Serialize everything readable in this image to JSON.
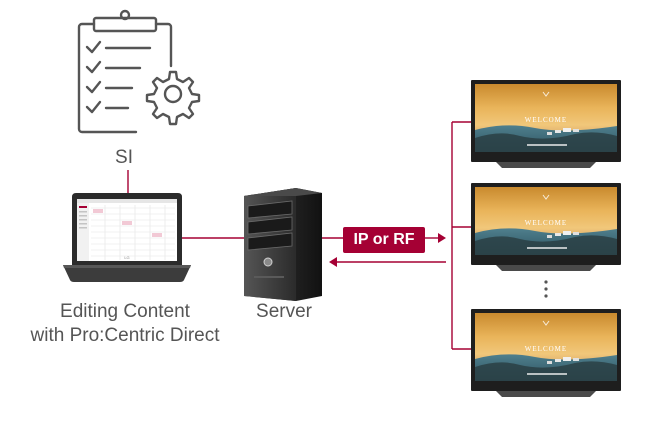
{
  "nodes": {
    "si": {
      "label": "SI",
      "icon": "checklist-gear-icon"
    },
    "laptop": {
      "label_line1": "Editing Content",
      "label_line2": "with Pro:Centric Direct",
      "icon": "laptop-icon"
    },
    "server": {
      "label": "Server",
      "icon": "server-tower-icon"
    },
    "tv_top": {
      "screen_text": "WELCOME",
      "icon": "tv-icon"
    },
    "tv_middle": {
      "screen_text": "WELCOME",
      "icon": "tv-icon"
    },
    "tv_bottom": {
      "screen_text": "WELCOME",
      "icon": "tv-icon"
    }
  },
  "connection": {
    "label": "IP or RF"
  },
  "colors": {
    "accent": "#a50034",
    "text": "#555555",
    "icon_stroke": "#555555"
  }
}
